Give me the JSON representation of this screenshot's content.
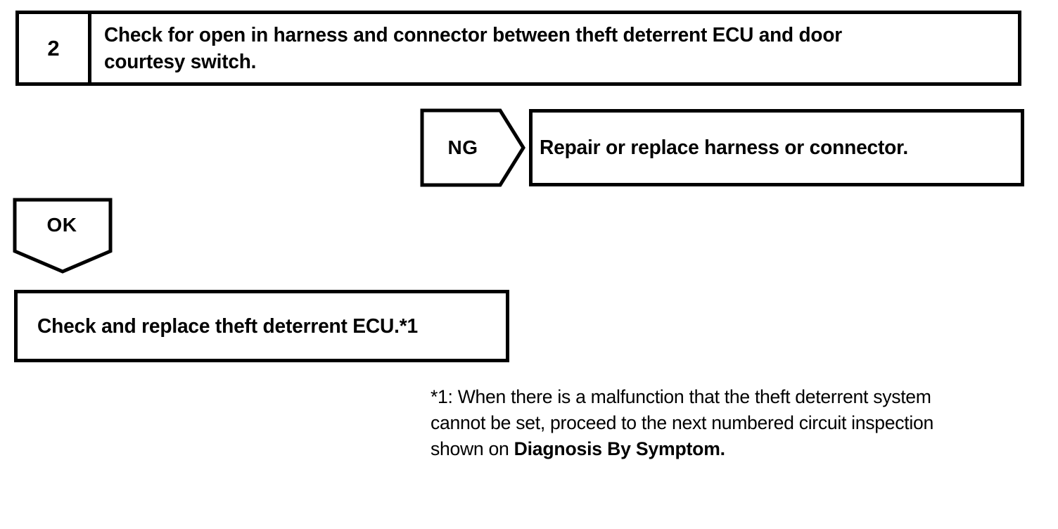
{
  "document": {
    "type": "automotive-troubleshooting-flowchart",
    "title": "Theft Deterrent ECU circuit inspection step 2"
  },
  "step": {
    "number": "2",
    "instruction": "Check for open in harness and connector between theft deterrent ECU and door courtesy switch.",
    "instruction_lines": [
      "Check for open in harness and connector between theft deterrent ECU and door",
      "courtesy switch."
    ]
  },
  "branches": {
    "ng": {
      "label": "NG",
      "action": "Repair or replace harness or connector."
    },
    "ok": {
      "label": "OK",
      "action": "Check and replace theft deterrent ECU.*1"
    }
  },
  "footnote": {
    "marker": "*1",
    "text": "*1: When there is a malfunction that the theft deterrent system cannot be set, proceed to the next numbered circuit inspection shown on Diagnosis By Symptom.",
    "lines": [
      "*1: When there is a malfunction that the theft deterrent system",
      "cannot be set, proceed to the next numbered circuit inspection",
      "shown on "
    ],
    "reference": "Diagnosis By Symptom."
  },
  "colors": {
    "ink": "#000000",
    "paper": "#ffffff"
  }
}
